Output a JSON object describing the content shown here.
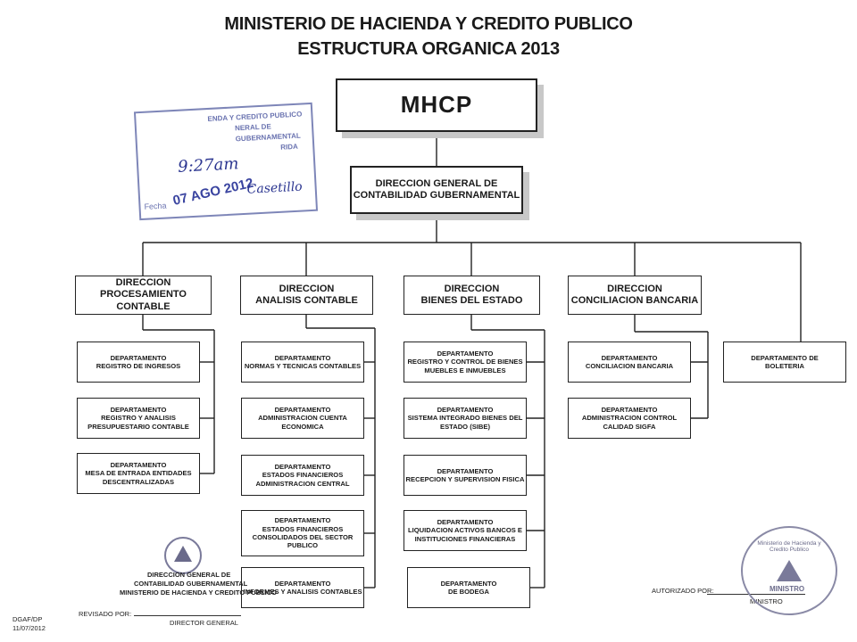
{
  "header": {
    "title": "MINISTERIO DE HACIENDA Y CREDITO PUBLICO",
    "subtitle": "ESTRUCTURA ORGANICA 2013"
  },
  "root": {
    "label": "MHCP"
  },
  "general": {
    "label": "DIRECCION GENERAL DE\nCONTABILIDAD GUBERNAMENTAL"
  },
  "directions": [
    {
      "label": "DIRECCION\nPROCESAMIENTO CONTABLE",
      "departments": [
        "DEPARTAMENTO\nREGISTRO DE INGRESOS",
        "DEPARTAMENTO\nREGISTRO Y ANALISIS\nPRESUPUESTARIO CONTABLE",
        "DEPARTAMENTO\nMESA DE ENTRADA ENTIDADES\nDESCENTRALIZADAS"
      ]
    },
    {
      "label": "DIRECCION\nANALISIS CONTABLE",
      "departments": [
        "DEPARTAMENTO\nNORMAS Y TECNICAS CONTABLES",
        "DEPARTAMENTO\nADMINISTRACION CUENTA\nECONOMICA",
        "DEPARTAMENTO\nESTADOS FINANCIEROS\nADMINISTRACION CENTRAL",
        "DEPARTAMENTO\nESTADOS FINANCIEROS\nCONSOLIDADOS DEL SECTOR\nPUBLICO",
        "DEPARTAMENTO\nINFORMES Y ANALISIS CONTABLES"
      ]
    },
    {
      "label": "DIRECCION\nBIENES DEL ESTADO",
      "departments": [
        "DEPARTAMENTO\nREGISTRO Y CONTROL DE BIENES\nMUEBLES E INMUEBLES",
        "DEPARTAMENTO\nSISTEMA INTEGRADO BIENES DEL\nESTADO (SIBE)",
        "DEPARTAMENTO\nRECEPCION Y SUPERVISION FISICA",
        "DEPARTAMENTO\nLIQUIDACION ACTIVOS BANCOS E\nINSTITUCIONES FINANCIERAS",
        "DEPARTAMENTO\nDE BODEGA"
      ]
    },
    {
      "label": "DIRECCION\nCONCILIACION BANCARIA",
      "departments": [
        "DEPARTAMENTO\nCONCILIACION BANCARIA",
        "DEPARTAMENTO\nADMINISTRACION CONTROL\nCALIDAD SIGFA"
      ]
    }
  ],
  "standalone": {
    "label": "DEPARTAMENTO DE\nBOLETERIA"
  },
  "stamp": {
    "line1": "ENDA Y CREDITO PUBLICO",
    "line2": "NERAL DE",
    "line3": "GUBERNAMENTAL",
    "line4": "RIDA",
    "time": "9:27am",
    "date_label": "Fecha",
    "date": "07 AGO 2012",
    "signature": "Casetillo"
  },
  "footer": {
    "code": "DGAF/DP",
    "date": "11/07/2012",
    "revised_label": "REVISADO POR:",
    "director_label": "DIRECTOR GENERAL",
    "authorized_label": "AUTORIZADO POR:",
    "minister_label": "MINISTRO",
    "seal_left_1": "DIRECCION GENERAL DE",
    "seal_left_2": "CONTABILIDAD GUBERNAMENTAL",
    "seal_left_3": "MINISTERIO DE HACIENDA Y CREDITO PUBLICO",
    "seal_right_1": "Ministerio de Hacienda y Credito Publico",
    "seal_right_2": "MINISTRO"
  }
}
